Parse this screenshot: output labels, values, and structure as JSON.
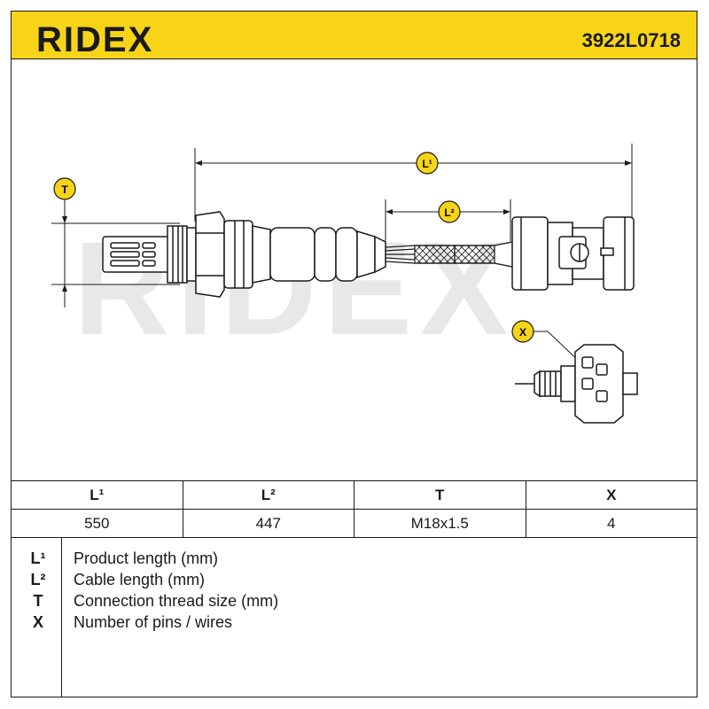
{
  "header": {
    "brand": "RIDEX",
    "part_number": "3922L0718"
  },
  "drawing": {
    "labels": {
      "L1": "L¹",
      "L2": "L²",
      "T": "T",
      "X": "X"
    },
    "watermark": "RIDEX"
  },
  "spec_table": {
    "headers": [
      "L¹",
      "L²",
      "T",
      "X"
    ],
    "values": [
      "550",
      "447",
      "M18x1.5",
      "4"
    ]
  },
  "legend": [
    {
      "key": "L¹",
      "text": "Product length (mm)"
    },
    {
      "key": "L²",
      "text": "Cable length (mm)"
    },
    {
      "key": "T",
      "text": "Connection thread size (mm)"
    },
    {
      "key": "X",
      "text": "Number of pins / wires"
    }
  ],
  "colors": {
    "brand_yellow": "#f7d417",
    "ink": "#1a1a1a",
    "watermark": "#e6e6e6"
  }
}
